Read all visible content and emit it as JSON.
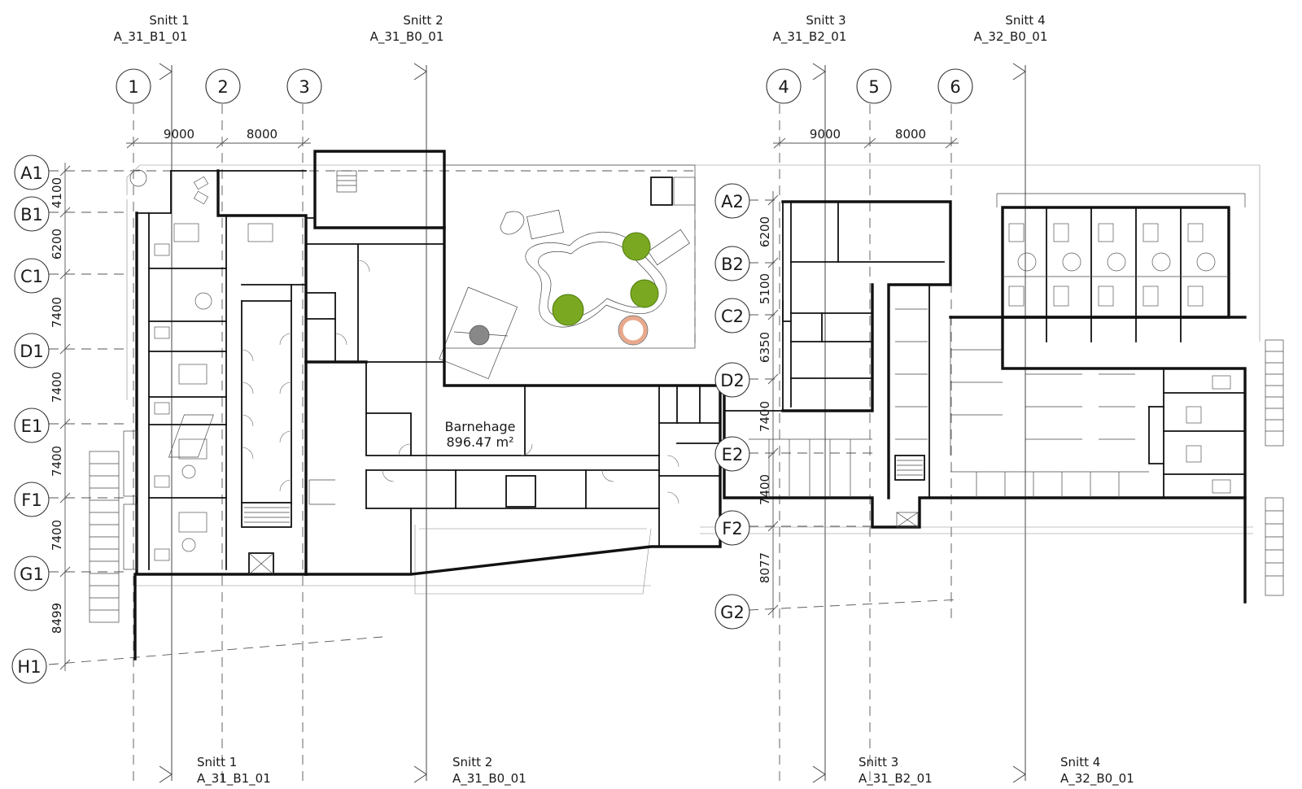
{
  "section_markers": [
    {
      "id": "top-1",
      "title": "Snitt 1",
      "ref": "A_31_B1_01"
    },
    {
      "id": "top-2",
      "title": "Snitt 2",
      "ref": "A_31_B0_01"
    },
    {
      "id": "top-3",
      "title": "Snitt 3",
      "ref": "A_31_B2_01"
    },
    {
      "id": "top-4",
      "title": "Snitt 4",
      "ref": "A_32_B0_01"
    },
    {
      "id": "bottom-1",
      "title": "Snitt 1",
      "ref": "A_31_B1_01"
    },
    {
      "id": "bottom-2",
      "title": "Snitt 2",
      "ref": "A_31_B0_01"
    },
    {
      "id": "bottom-3",
      "title": "Snitt 3",
      "ref": "A_31_B2_01"
    },
    {
      "id": "bottom-4",
      "title": "Snitt 4",
      "ref": "A_32_B0_01"
    }
  ],
  "grid_columns": [
    "1",
    "2",
    "3",
    "4",
    "5",
    "6"
  ],
  "grid_rows_west": [
    "A1",
    "B1",
    "C1",
    "D1",
    "E1",
    "F1",
    "G1",
    "H1"
  ],
  "grid_rows_east": [
    "A2",
    "B2",
    "C2",
    "D2",
    "E2",
    "F2",
    "G2"
  ],
  "column_dimensions_west": [
    "9000",
    "8000"
  ],
  "column_dimensions_east": [
    "9000",
    "8000"
  ],
  "row_dimensions_west": [
    "4100",
    "6200",
    "7400",
    "7400",
    "7400",
    "7400",
    "8499"
  ],
  "row_dimensions_east": [
    "6200",
    "5100",
    "6350",
    "7400",
    "7400",
    "8077"
  ],
  "room": {
    "name": "Barnehage",
    "area": "896.47 m²"
  },
  "colors": {
    "tree": "#7aa820",
    "tree_dark": "#5c8a12",
    "ball": "#888888",
    "ring": "#e8a88c",
    "ink": "#111111"
  }
}
